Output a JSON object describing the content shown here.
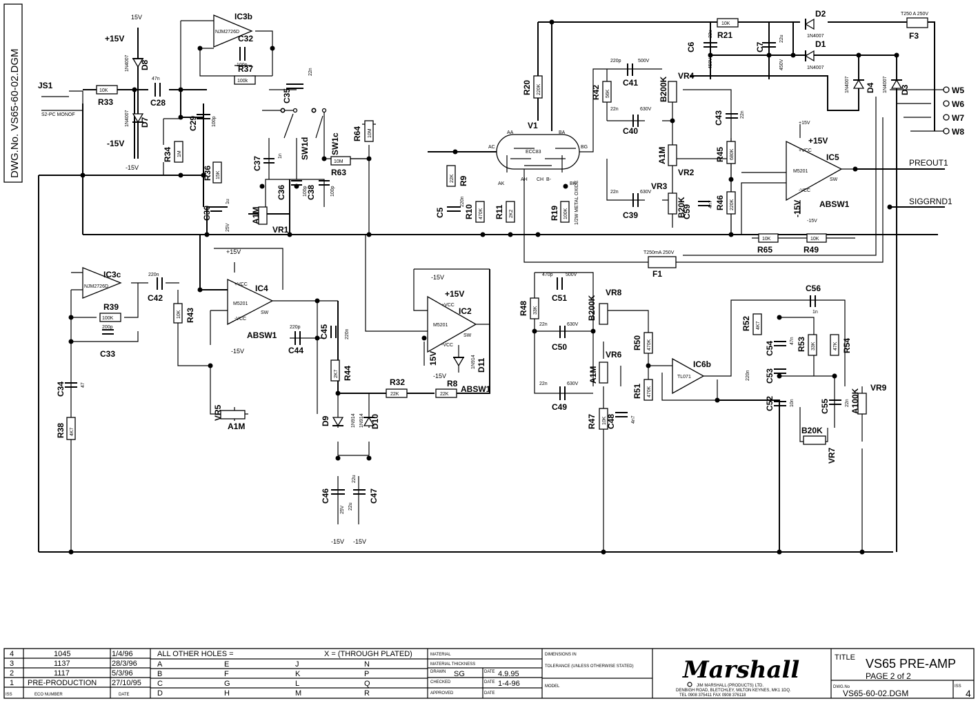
{
  "drawing_number_vertical": "DWG.No. VS65-60-02.DGM",
  "connectors": {
    "js1": "JS1",
    "js1_note": "S2-PC MONOF",
    "outputs": [
      "W5",
      "W6",
      "W7",
      "W8"
    ],
    "preout": "PREOUT1",
    "siggnd": "SIGGRND1"
  },
  "supplies": {
    "pos15": "+15V",
    "neg15": "-15V",
    "pos15_small": "15V",
    "neg15_small": "-15V",
    "vcc_pos": "+VCC",
    "vcc_neg": "-VCC",
    "sw": "SW"
  },
  "ics": {
    "ic3b": "IC3b",
    "ic3b_part": "NJM2726D",
    "ic3c": "IC3c",
    "ic3c_part": "NJM2726D",
    "ic4": "IC4",
    "ic4_part": "M5201",
    "ic4_sw": "ABSW1",
    "ic2": "IC2",
    "ic2_part": "M5201",
    "ic2_sw": "ABSW1",
    "ic5": "IC5",
    "ic5_part": "M5201",
    "ic5_sw": "ABSW1",
    "ic6b": "IC6b",
    "ic6b_part": "TL071",
    "v1": "V1",
    "v1_part": "ECC83",
    "v1_pins": [
      "AA",
      "BA",
      "AC",
      "BG",
      "AK",
      "AH",
      "CH",
      "B-",
      "BK"
    ]
  },
  "resistors": [
    {
      "ref": "R33",
      "value": "10K"
    },
    {
      "ref": "R34",
      "value": "1M"
    },
    {
      "ref": "R36",
      "value": "15K"
    },
    {
      "ref": "R37",
      "value": "100k"
    },
    {
      "ref": "R39",
      "value": "100K"
    },
    {
      "ref": "R38",
      "value": "4K7"
    },
    {
      "ref": "R43",
      "value": "10K"
    },
    {
      "ref": "R44",
      "value": "2K7"
    },
    {
      "ref": "R32",
      "value": "22K"
    },
    {
      "ref": "R8",
      "value": "22K"
    },
    {
      "ref": "R63",
      "value": "10M"
    },
    {
      "ref": "R64",
      "value": "10M"
    },
    {
      "ref": "R9",
      "value": "22K"
    },
    {
      "ref": "R10",
      "value": "470K"
    },
    {
      "ref": "R11",
      "value": "2K2"
    },
    {
      "ref": "R19",
      "value": "100K"
    },
    {
      "ref": "R20",
      "value": "220K"
    },
    {
      "ref": "R21",
      "value": "10K"
    },
    {
      "ref": "R42",
      "value": "56K"
    },
    {
      "ref": "R45",
      "value": "680K"
    },
    {
      "ref": "R46",
      "value": "220K"
    },
    {
      "ref": "R65",
      "value": "10K"
    },
    {
      "ref": "R49",
      "value": "10K"
    },
    {
      "ref": "R48",
      "value": "33K"
    },
    {
      "ref": "R47",
      "value": "10K"
    },
    {
      "ref": "R50",
      "value": "470K"
    },
    {
      "ref": "R51",
      "value": "470K"
    },
    {
      "ref": "R52",
      "value": "4K7"
    },
    {
      "ref": "R53",
      "value": "33K"
    },
    {
      "ref": "R54",
      "value": "47K"
    }
  ],
  "capacitors": [
    {
      "ref": "C28",
      "value": "47n"
    },
    {
      "ref": "C29",
      "value": "100p"
    },
    {
      "ref": "C30",
      "value": "1u"
    },
    {
      "ref": "C32",
      "value": "100p"
    },
    {
      "ref": "C33",
      "value": "200p"
    },
    {
      "ref": "C34",
      "value": "47"
    },
    {
      "ref": "C35",
      "value": "22n"
    },
    {
      "ref": "C36",
      "value": "100p"
    },
    {
      "ref": "C37",
      "value": "1n"
    },
    {
      "ref": "C38",
      "value": "100p"
    },
    {
      "ref": "C42",
      "value": "220n"
    },
    {
      "ref": "C44",
      "value": "220p"
    },
    {
      "ref": "C45",
      "value": "220n"
    },
    {
      "ref": "C46",
      "value": "22u"
    },
    {
      "ref": "C47",
      "value": "22u"
    },
    {
      "ref": "C5",
      "value": "220n"
    },
    {
      "ref": "C6",
      "value": "22u"
    },
    {
      "ref": "C7",
      "value": "22u"
    },
    {
      "ref": "C39",
      "value": "630V"
    },
    {
      "ref": "C40",
      "value": "630V"
    },
    {
      "ref": "C41",
      "value": "500V"
    },
    {
      "ref": "C43",
      "value": "22n"
    },
    {
      "ref": "C48",
      "value": "4n7"
    },
    {
      "ref": "C49",
      "value": "630V"
    },
    {
      "ref": "C50",
      "value": "630V"
    },
    {
      "ref": "C51",
      "value": "500V"
    },
    {
      "ref": "C52",
      "value": "10n"
    },
    {
      "ref": "C53",
      "value": "220n"
    },
    {
      "ref": "C54",
      "value": "47n"
    },
    {
      "ref": "C55",
      "value": "22n"
    },
    {
      "ref": "C56",
      "value": "1n"
    }
  ],
  "cap_extra": {
    "c59": "C59",
    "c59_val": "4n7",
    "c39_val": "22n",
    "c40_val": "22n",
    "c41_val": "220p",
    "c49_val": "22n",
    "c50_val": "22n",
    "c51_val": "470p",
    "v25": "25V",
    "v45": "450V",
    "v35": "35V",
    "v25b": "25V"
  },
  "pots": {
    "vr1": "VR1",
    "vr1_val": "A1M",
    "vr2": "VR2",
    "vr2_val": "A1M",
    "vr3": "VR3",
    "vr3_val": "B20K",
    "vr4": "VR4",
    "vr4_val": "B200K",
    "vr5": "VR5",
    "vr5_val": "A1M",
    "vr6": "VR6",
    "vr6_val": "A1M",
    "vr7": "VR7",
    "vr7_val": "B20K",
    "vr8": "VR8",
    "vr8_val": "B200K",
    "vr9": "VR9",
    "vr9_val": "A100K"
  },
  "diodes": {
    "d1": "D1",
    "d2": "D2",
    "d3": "D3",
    "d4": "D4",
    "d7": "D7",
    "d8": "D8",
    "d9": "D9",
    "d10": "D10",
    "d11": "D11",
    "n4007": "1N4007",
    "n914": "1N914"
  },
  "switches": {
    "sw1d": "SW1d",
    "sw1c": "SW1c"
  },
  "fuses": {
    "f1": "F1",
    "f1_rating": "T250mA 250V",
    "f3": "F3",
    "f3_rating": "T250 A 250V"
  },
  "r19_note": "1/2W METAL OXIDE",
  "title_block": {
    "revisions": [
      {
        "iss": "4",
        "ecn": "1045",
        "date": "1/4/96"
      },
      {
        "iss": "3",
        "ecn": "1137",
        "date": "28/3/96"
      },
      {
        "iss": "2",
        "ecn": "1117",
        "date": "5/3/96"
      },
      {
        "iss": "1",
        "ecn": "PRE-PRODUCTION",
        "date": "27/10/95"
      }
    ],
    "rev_headers": {
      "iss": "ISS",
      "ecn": "ECO NUMBER",
      "date": "DATE"
    },
    "holes_heading": "ALL OTHER HOLES =",
    "through_plated": "X = (THROUGH PLATED)",
    "hole_letters": [
      [
        "A",
        "E",
        "J",
        "N"
      ],
      [
        "B",
        "F",
        "K",
        "P"
      ],
      [
        "C",
        "G",
        "L",
        "Q"
      ],
      [
        "D",
        "H",
        "M",
        "R"
      ]
    ],
    "material": "MATERIAL",
    "material_thickness": "MATERIAL THICKNESS",
    "dimensions": "DIMENSIONS IN",
    "tolerance": "TOLERANCE (UNLESS OTHERWISE STATED)",
    "drawn": "DRAWN",
    "drawn_by": "SG",
    "drawn_date": "4.9.95",
    "checked": "CHECKED",
    "checked_date": "1-4-96",
    "approved": "APPROVED",
    "date_label": "DATE",
    "model": "MODEL",
    "company": "Marshall",
    "company_line": "JIM MARSHALL (PRODUCTS) LTD.",
    "company_address": "DENBIGH ROAD, BLETCHLEY, MILTON KEYNES, MK1 1DQ.",
    "company_tel": "TEL 0908 375411  FAX 0908 376118",
    "title_label": "TITLE",
    "title": "VS65 PRE-AMP",
    "page": "PAGE 2 of 2",
    "dwg_no_label": "DWG.No",
    "dwg_no": "VS65-60-02.DGM",
    "iss_label": "ISS",
    "iss_value": "4"
  }
}
